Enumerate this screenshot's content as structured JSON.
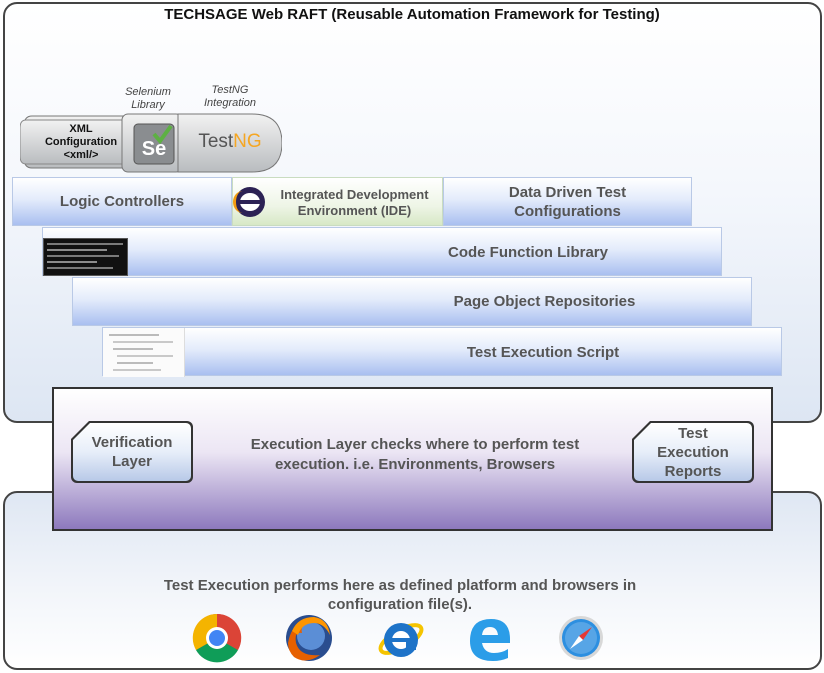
{
  "title": "TECHSAGE Web RAFT (Reusable Automation Framework for Testing)",
  "top_icons": {
    "selenium_label": "Selenium Library",
    "testng_label": "TestNG Integration",
    "xml_label_line1": "XML",
    "xml_label_line2": "Configuration",
    "xml_label_line3": "<xml/>",
    "selenium_badge": "Se",
    "testng_logo_test": "Test",
    "testng_logo_ng": "NG"
  },
  "layers": {
    "logic_controllers": "Logic Controllers",
    "ide": "Integrated Development Environment (IDE)",
    "data_driven": "Data Driven Test Configurations",
    "code_function_library": "Code Function Library",
    "page_object_repositories": "Page Object Repositories",
    "test_execution_script": "Test Execution Script"
  },
  "execution_layer": {
    "description": "Execution Layer checks where to perform test execution. i.e. Environments, Browsers",
    "verification_layer": "Verification Layer",
    "test_execution_reports": "Test Execution Reports"
  },
  "platform": {
    "description": "Test Execution performs here as defined platform and browsers in configuration file(s).",
    "browser_icons": [
      "chrome-icon",
      "firefox-icon",
      "internet-explorer-icon",
      "edge-icon",
      "safari-icon"
    ]
  },
  "colors": {
    "band_gradient_bottom": "#a9bff0",
    "execution_gradient_bottom": "#8d79bd",
    "testng_ng": "#f5a623"
  }
}
